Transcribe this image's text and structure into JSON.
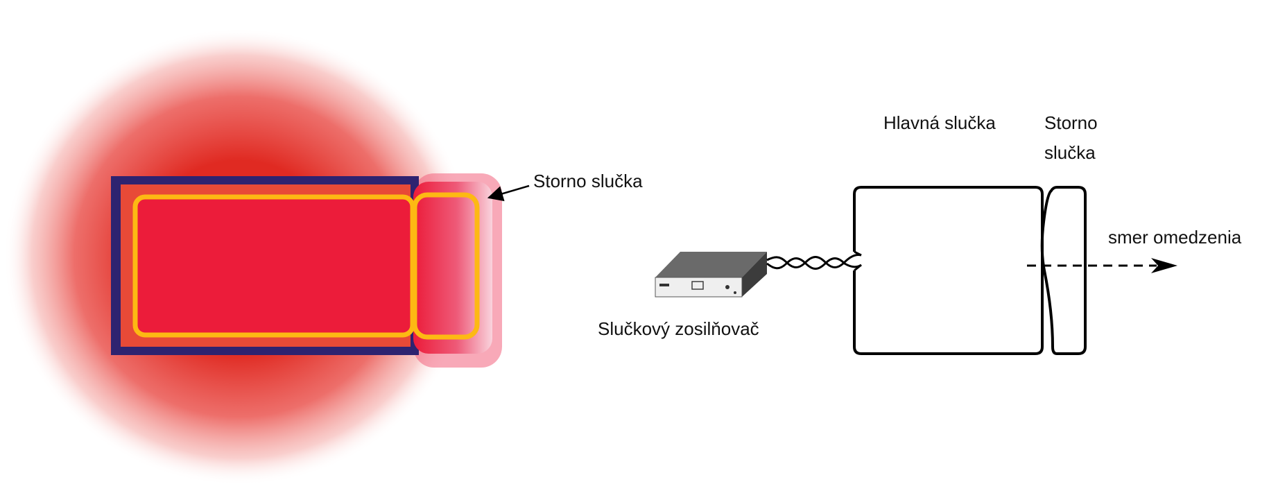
{
  "labels": {
    "cancel_loop_left": "Storno slučka",
    "main_loop": "Hlavná slučka",
    "cancel_loop_right_line1": "Storno",
    "cancel_loop_right_line2": "slučka",
    "restriction_direction": "smer omedzenia",
    "loop_amplifier": "Slučkový zosilňovač"
  },
  "colors": {
    "field_red": "#e02a22",
    "loop_fill": "#ec1c3a",
    "frame_navy": "#2e2370",
    "loop_yellow": "#fdb913",
    "outline_black": "#000000",
    "amplifier_top": "#666666",
    "amplifier_front": "#efefef"
  }
}
